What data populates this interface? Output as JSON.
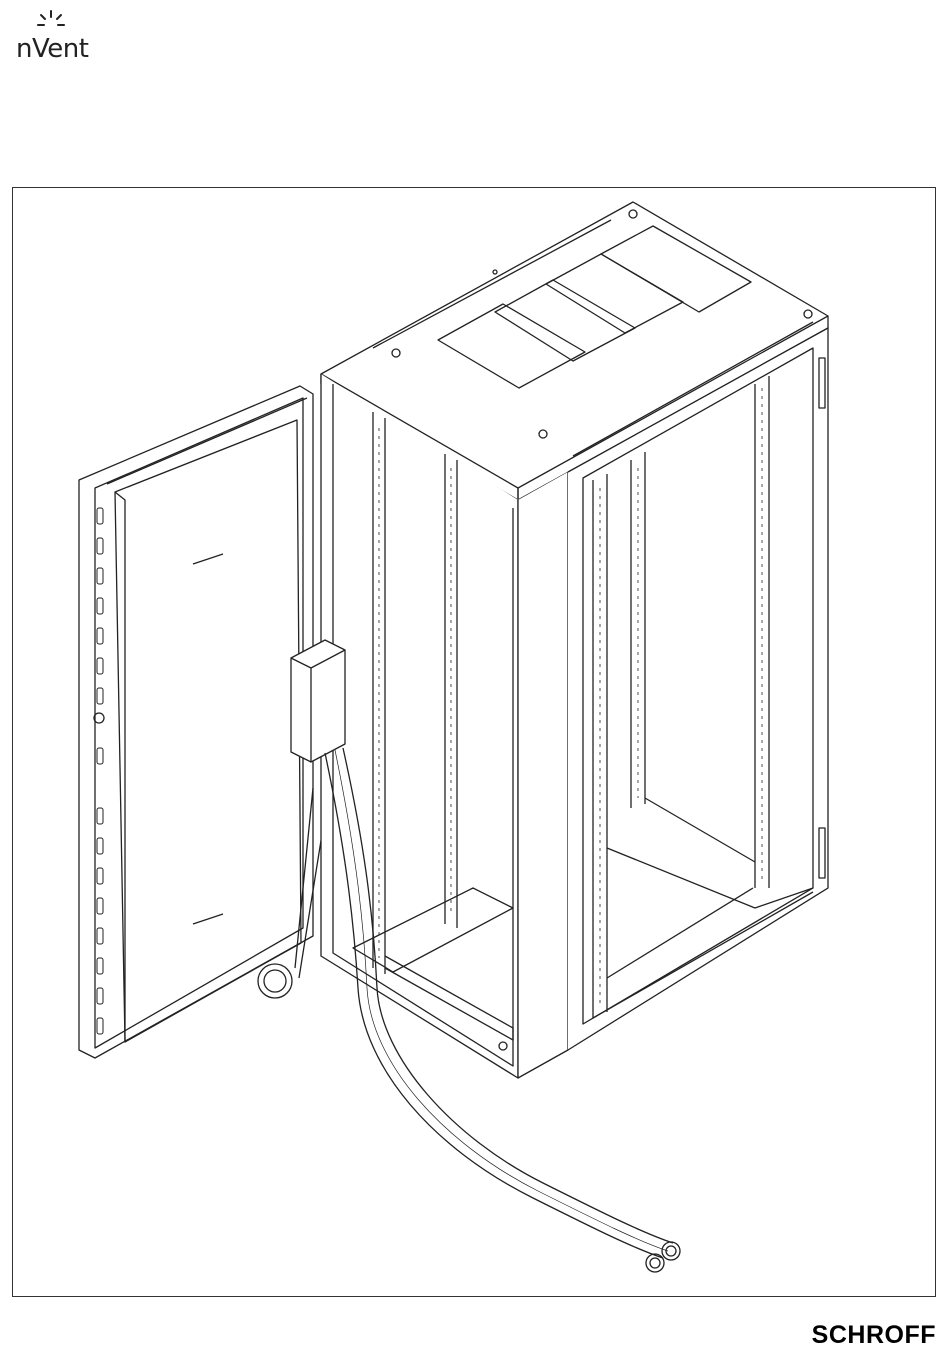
{
  "header": {
    "logo_text": "nVent",
    "logo_icon": "sunburst-icon"
  },
  "drawing": {
    "subject": "rack-cabinet-isometric"
  },
  "footer": {
    "brand": "SCHROFF"
  }
}
